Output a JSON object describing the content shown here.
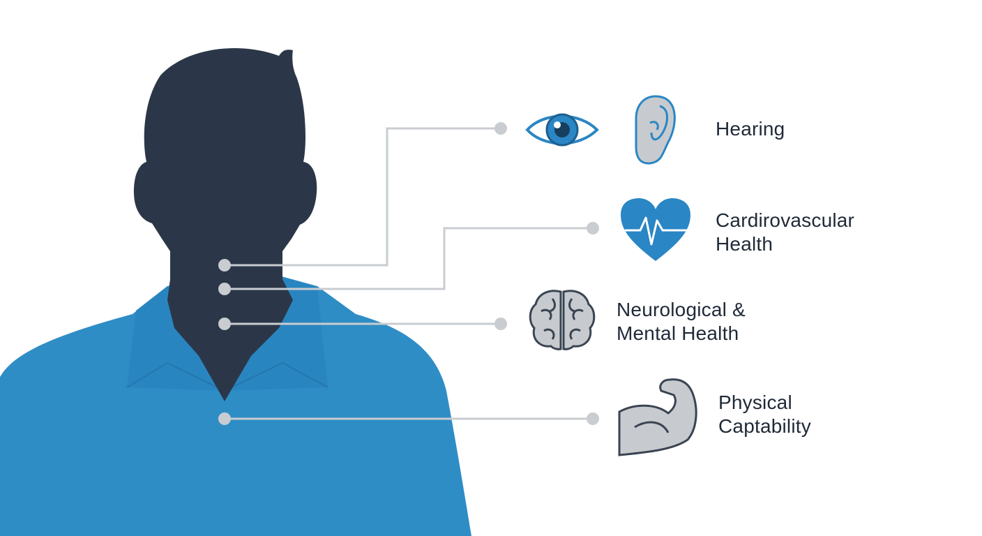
{
  "colors": {
    "silhouette": "#2b3748",
    "shirt": "#2f8dc6",
    "shirt_shadow": "#2680b8",
    "connector": "#c9ccd0",
    "accent_blue": "#2a86c4",
    "icon_gray": "#bfc3c7",
    "icon_outline": "#3a4452",
    "text": "#1f2937"
  },
  "categories": [
    {
      "id": "vision-hearing",
      "icons": [
        "eye-icon",
        "ear-icon"
      ],
      "lines": [
        "Hearing"
      ]
    },
    {
      "id": "cardiovascular",
      "icons": [
        "heart-pulse-icon"
      ],
      "lines": [
        "Cardirovascular",
        "Health"
      ]
    },
    {
      "id": "neurological",
      "icons": [
        "brain-icon"
      ],
      "lines": [
        "Neurological &",
        "Mental Health"
      ]
    },
    {
      "id": "physical",
      "icons": [
        "flexed-arm-icon"
      ],
      "lines": [
        "Physical",
        "Captability"
      ]
    }
  ]
}
